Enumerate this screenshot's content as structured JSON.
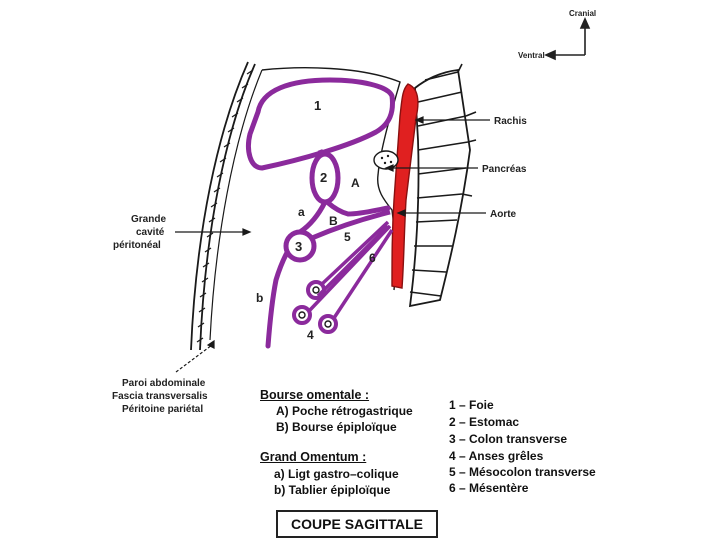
{
  "orientation": {
    "cranial": "Cranial",
    "ventral": "Ventral"
  },
  "structure_labels": {
    "rachis": "Rachis",
    "pancreas": "Pancréas",
    "aorte": "Aorte",
    "grande_cavite": [
      "Grande",
      "cavité",
      "péritonéal"
    ],
    "paroi": [
      "Paroi abdominale",
      "Fascia transversalis",
      "Péritoine pariétal"
    ]
  },
  "diagram_markers": {
    "foie": "1",
    "estomac": "2",
    "colon": "3",
    "anses": "4",
    "mesocolon": "5",
    "mesentere": "6",
    "poche_A": "A",
    "bourse_B": "B",
    "ligt_a": "a",
    "tablier_b": "b"
  },
  "bourse_omentale": {
    "title": "Bourse omentale :",
    "items": [
      "A) Poche rétrogastrique",
      "B) Bourse épiploïque"
    ]
  },
  "grand_omentum": {
    "title": "Grand Omentum :",
    "items": [
      "a) Ligt gastro–colique",
      "b) Tablier épiploïque"
    ]
  },
  "legend": [
    "1 – Foie",
    "2 – Estomac",
    "3 – Colon transverse",
    "4 – Anses grêles",
    "5 – Mésocolon transverse",
    "6 – Mésentère"
  ],
  "title": "COUPE SAGITTALE",
  "colors": {
    "peritoneum": "#8b2a9c",
    "aorta": "#e02020",
    "outline": "#1a1a1a"
  }
}
